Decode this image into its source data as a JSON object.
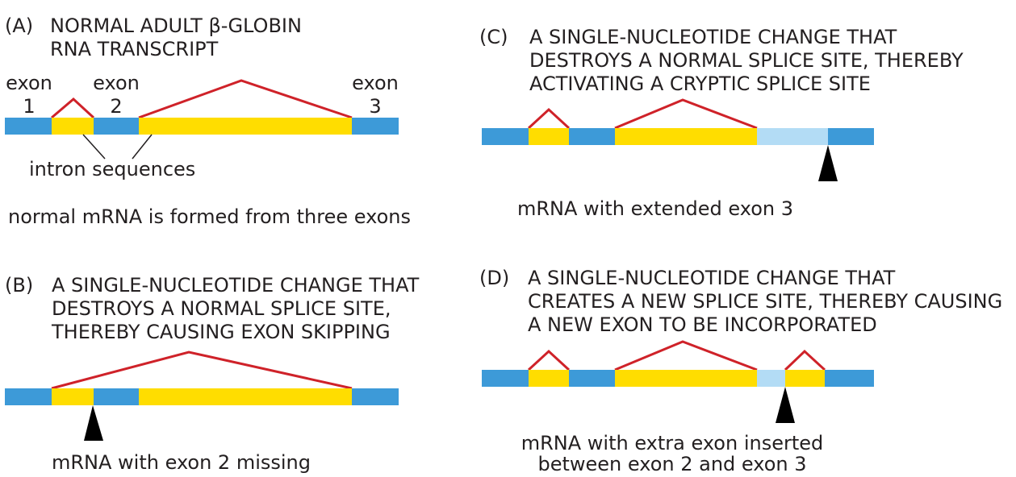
{
  "colors": {
    "exon": "#3d9ad8",
    "intron": "#ffdd00",
    "retained_intron": "#b3dcf5",
    "splice_line": "#cf2229",
    "mutation_marker": "#000000"
  },
  "panels": {
    "a": {
      "letter": "(A)",
      "title": [
        "NORMAL ADULT β-GLOBIN",
        "RNA TRANSCRIPT"
      ],
      "exon_labels": [
        {
          "word": "exon",
          "number": "1"
        },
        {
          "word": "exon",
          "number": "2"
        },
        {
          "word": "exon",
          "number": "3"
        }
      ],
      "intron_label": "intron sequences",
      "caption": "normal mRNA is formed from three exons"
    },
    "b": {
      "letter": "(B)",
      "title": [
        "A SINGLE-NUCLEOTIDE CHANGE THAT",
        "DESTROYS A NORMAL SPLICE SITE,",
        "THEREBY CAUSING EXON SKIPPING"
      ],
      "caption": "mRNA with exon 2 missing"
    },
    "c": {
      "letter": "(C)",
      "title": [
        "A SINGLE-NUCLEOTIDE CHANGE THAT",
        "DESTROYS A NORMAL SPLICE SITE, THEREBY",
        "ACTIVATING A CRYPTIC SPLICE SITE"
      ],
      "caption": "mRNA with extended exon 3"
    },
    "d": {
      "letter": "(D)",
      "title": [
        "A SINGLE-NUCLEOTIDE CHANGE THAT",
        "CREATES A NEW SPLICE SITE, THEREBY CAUSING",
        "A NEW EXON TO BE INCORPORATED"
      ],
      "caption": [
        "mRNA with extra exon inserted",
        "between exon 2 and exon 3"
      ]
    }
  }
}
